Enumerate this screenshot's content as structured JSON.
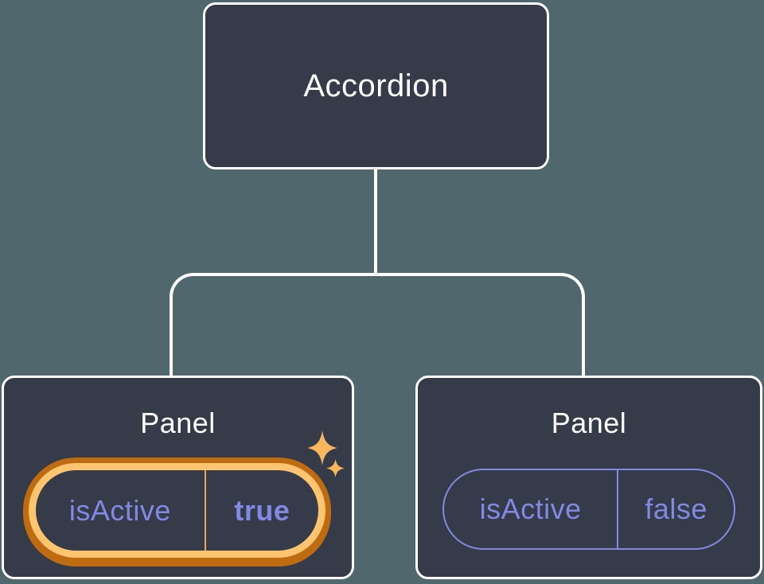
{
  "diagram": {
    "root": {
      "label": "Accordion"
    },
    "children": [
      {
        "title": "Panel",
        "prop": {
          "name": "isActive",
          "value": "true"
        },
        "highlighted": true
      },
      {
        "title": "Panel",
        "prop": {
          "name": "isActive",
          "value": "false"
        },
        "highlighted": false
      }
    ]
  },
  "icons": {
    "large": "sparkle-icon-large",
    "small": "sparkle-icon-small"
  },
  "colors": {
    "background": "#4F676D",
    "node_fill": "#353B48",
    "node_border": "#FFFFFF",
    "connector": "#FFFFFF",
    "prop_purple": "#8289E4",
    "highlight_dark": "#BF6B12",
    "highlight_light": "#FFC470",
    "highlight_divider": "#EFA54E",
    "sparkle": "#F8B75C"
  }
}
